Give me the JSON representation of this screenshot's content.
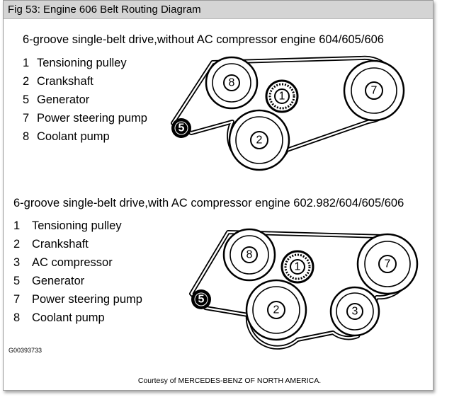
{
  "figure_title": "Fig 53: Engine 606 Belt Routing Diagram",
  "section1": {
    "heading": "6-groove single-belt drive,without AC compressor engine 604/605/606",
    "legend": [
      {
        "num": "1",
        "label": "Tensioning pulley"
      },
      {
        "num": "2",
        "label": "Crankshaft"
      },
      {
        "num": "5",
        "label": "Generator"
      },
      {
        "num": "7",
        "label": "Power steering pump"
      },
      {
        "num": "8",
        "label": "Coolant pump"
      }
    ],
    "pulleys": {
      "p8": "8",
      "p1": "1",
      "p7": "7",
      "p5": "5",
      "p2": "2"
    }
  },
  "section2": {
    "heading": "6-groove single-belt drive,with AC compressor engine 602.982/604/605/606",
    "legend": [
      {
        "num": "1",
        "label": "Tensioning pulley"
      },
      {
        "num": "2",
        "label": "Crankshaft"
      },
      {
        "num": "3",
        "label": "AC compressor"
      },
      {
        "num": "5",
        "label": "Generator"
      },
      {
        "num": "7",
        "label": "Power steering pump"
      },
      {
        "num": "8",
        "label": "Coolant pump"
      }
    ],
    "pulleys": {
      "p8": "8",
      "p1": "1",
      "p7": "7",
      "p5": "5",
      "p2": "2",
      "p3": "3"
    }
  },
  "figure_code": "G00393733",
  "courtesy": "Courtesy of MERCEDES-BENZ OF NORTH AMERICA."
}
